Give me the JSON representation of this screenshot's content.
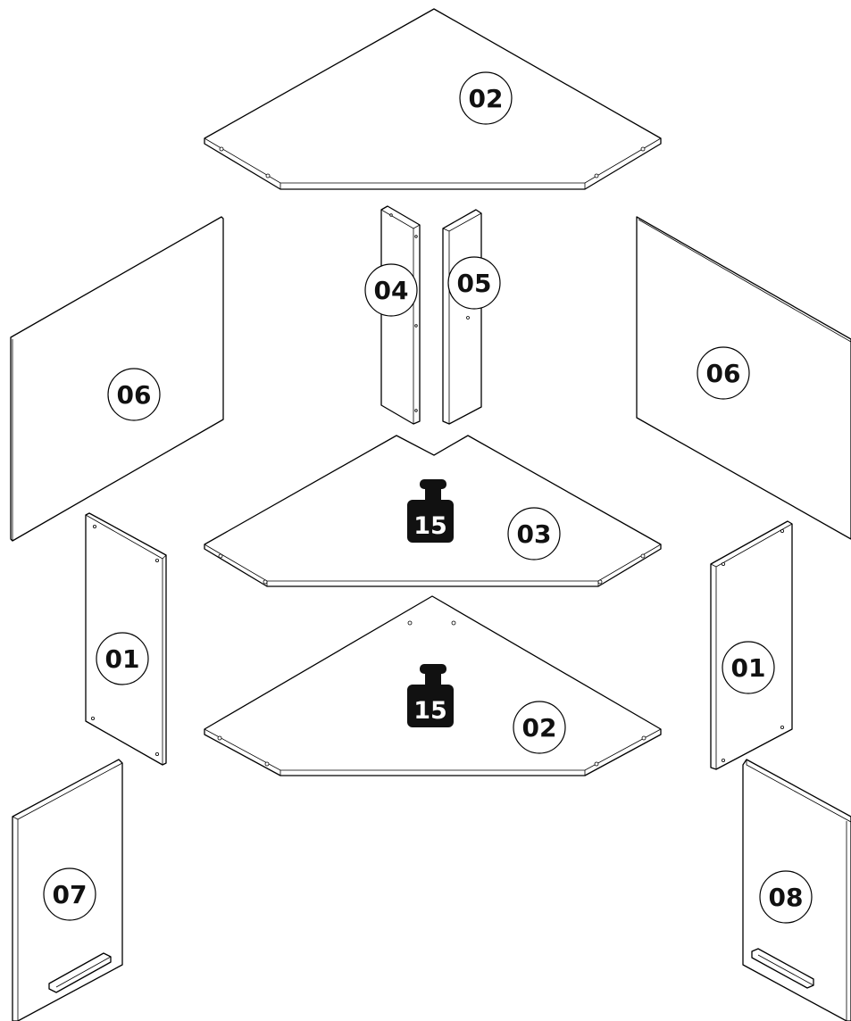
{
  "diagram": {
    "labels": {
      "top_panel": "02",
      "vertical_post_left": "04",
      "vertical_post_right": "05",
      "back_panel_left": "06",
      "back_panel_right": "06",
      "middle_shelf": "03",
      "bottom_panel": "02",
      "side_panel_left": "01",
      "side_panel_right": "01",
      "door_left": "07",
      "door_right": "08"
    },
    "load_limits": {
      "middle_shelf": "15",
      "bottom_panel": "15"
    }
  }
}
